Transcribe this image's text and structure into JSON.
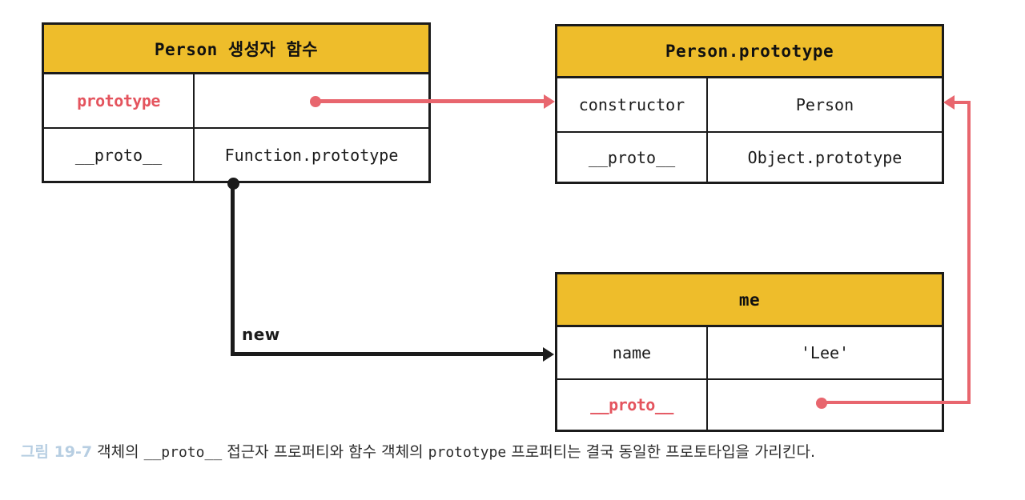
{
  "figure": {
    "caption_number": "그림 19-7",
    "caption_part1": "객체의",
    "caption_mono1": "__proto__",
    "caption_part2": "접근자 프로퍼티와 함수 객체의",
    "caption_mono2": "prototype",
    "caption_part3": "프로퍼티는 결국 동일한 프로토타입을 가리킨다."
  },
  "colors": {
    "header_yellow": "#eebd2b",
    "accent_red": "#e4545e",
    "connector_red": "#e8666e",
    "connector_black": "#1b1b1b",
    "caption_figno": "#b7cee2"
  },
  "tables": {
    "constructor": {
      "title": "Person 생성자 함수",
      "rows": [
        {
          "key": "prototype",
          "value": ""
        },
        {
          "key": "__proto__",
          "value": "Function.prototype"
        }
      ]
    },
    "prototype": {
      "title": "Person.prototype",
      "rows": [
        {
          "key": "constructor",
          "value": "Person"
        },
        {
          "key": "__proto__",
          "value": "Object.prototype"
        }
      ]
    },
    "instance": {
      "title": "me",
      "rows": [
        {
          "key": "name",
          "value": "'Lee'"
        },
        {
          "key": "__proto__",
          "value": ""
        }
      ]
    }
  },
  "edges": {
    "new_label": "new"
  }
}
